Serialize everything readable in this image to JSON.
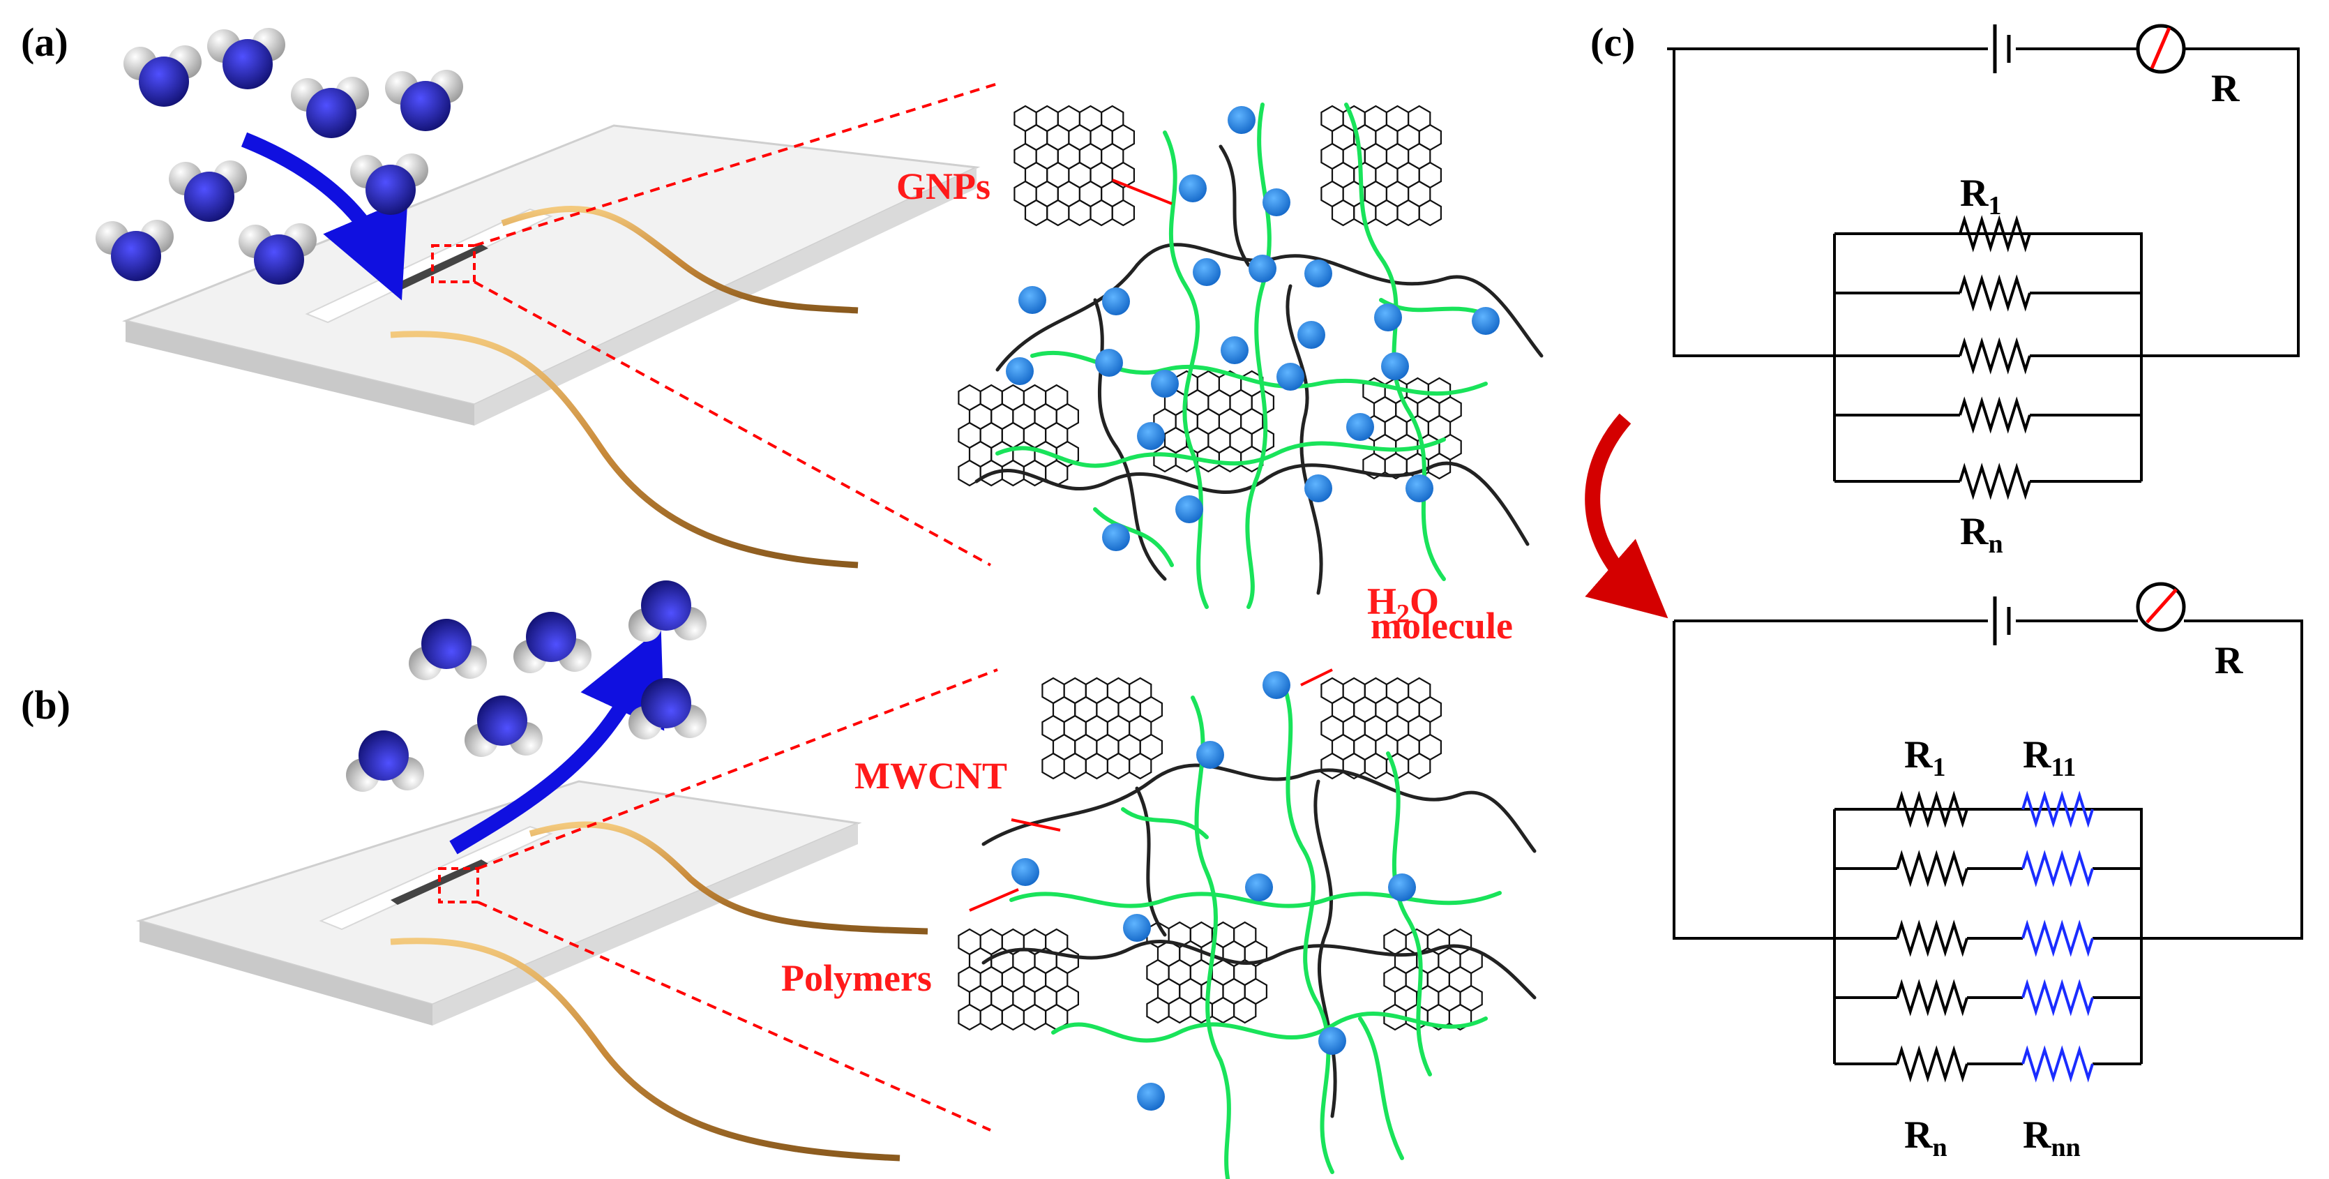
{
  "panels": {
    "a": "(a)",
    "b": "(b)",
    "c": "(c)"
  },
  "labels": {
    "gnps": "GNPs",
    "mwcnt": "MWCNT",
    "polymers": "Polymers",
    "h2o_main": "H",
    "h2o_sub": "2",
    "h2o_end": "O",
    "molecule": "molecule"
  },
  "circuit_top": {
    "meter": "R",
    "r_first": {
      "main": "R",
      "sub": "1"
    },
    "r_last": {
      "main": "R",
      "sub": "n"
    }
  },
  "circuit_bottom": {
    "meter": "R",
    "r_first": {
      "main": "R",
      "sub": "1"
    },
    "r_first_series": {
      "main": "R",
      "sub": "11"
    },
    "r_last": {
      "main": "R",
      "sub": "n"
    },
    "r_last_series": {
      "main": "R",
      "sub": "nn"
    }
  },
  "colors": {
    "annotation": "#ff1a1a",
    "polymer": "#19e35a",
    "water_dot": "#1e88e5",
    "water_oxygen": "#1a1aa6",
    "arrow": "#1010e0",
    "series_resistor": "#1a2cff",
    "transition_arrow": "#d40000"
  }
}
